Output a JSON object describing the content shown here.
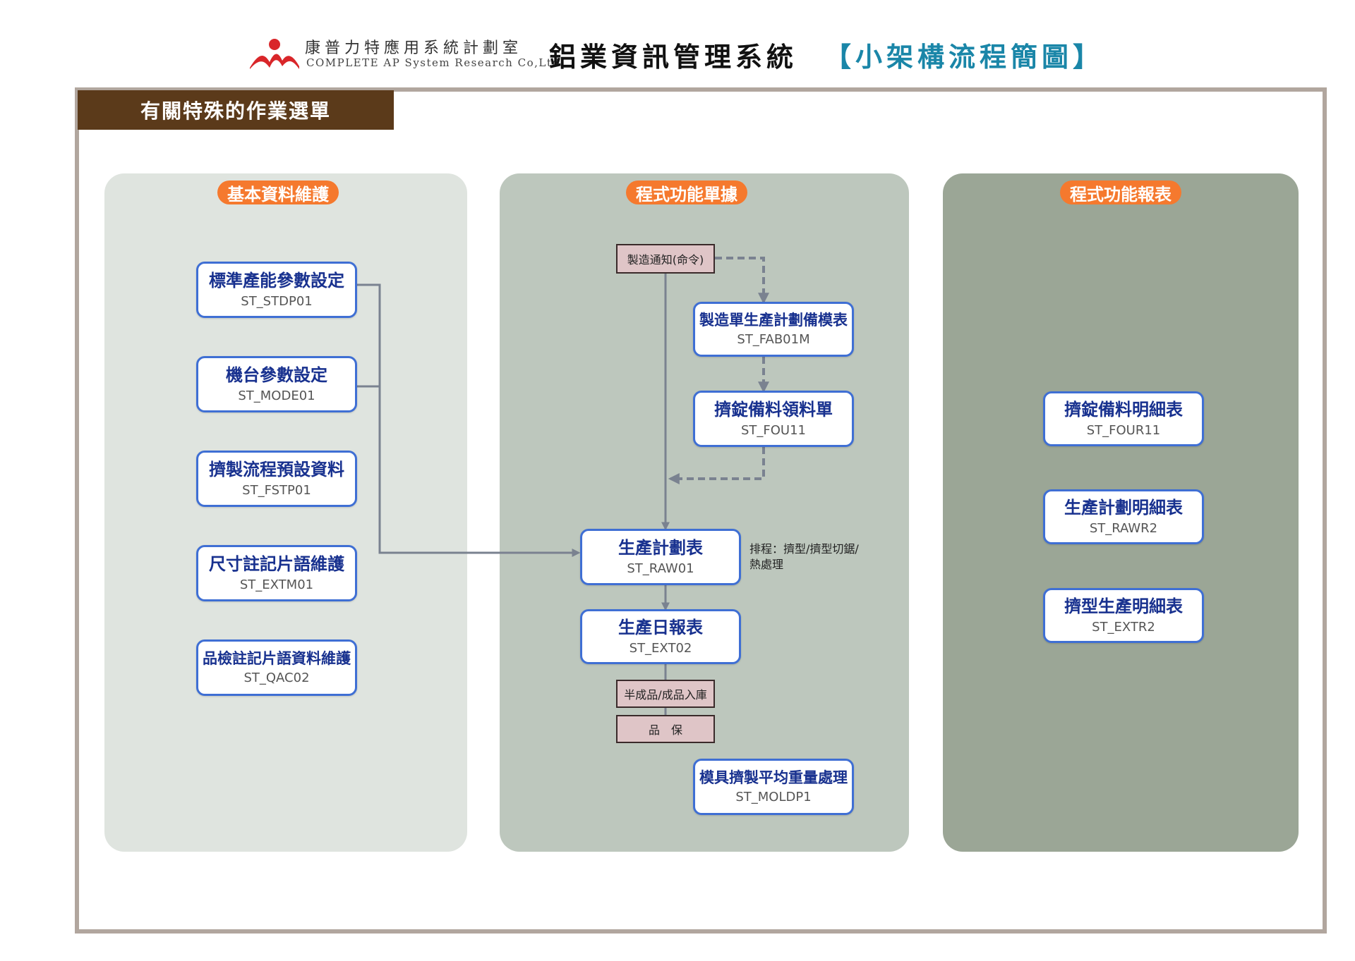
{
  "header": {
    "company_name": "康普力特應用系統計劃室",
    "company_en": "COMPLETE AP System Research Co,Ltd",
    "title_main": "鋁業資訊管理系統",
    "title_sub": "【小架構流程簡圖】"
  },
  "section": {
    "title": "有關特殊的作業選單"
  },
  "panels": {
    "basic": {
      "label": "基本資料維護",
      "items": [
        {
          "title": "標準產能參數設定",
          "code": "ST_STDP01"
        },
        {
          "title": "機台參數設定",
          "code": "ST_MODE01"
        },
        {
          "title": "擠製流程預設資料",
          "code": "ST_FSTP01"
        },
        {
          "title": "尺寸註記片語維護",
          "code": "ST_EXTM01"
        },
        {
          "title": "品檢註記片語資料維護",
          "code": "ST_QAC02"
        }
      ]
    },
    "documents": {
      "label": "程式功能單據",
      "manufacture_notice": "製造通知(命令)",
      "fab_plan": {
        "title": "製造單生產計劃備模表",
        "code": "ST_FAB01M"
      },
      "billet_requisition": {
        "title": "擠錠備料領料單",
        "code": "ST_FOU11"
      },
      "production_plan": {
        "title": "生產計劃表",
        "code": "ST_RAW01"
      },
      "schedule_note": [
        "排程：擠型/擠型切鋸/",
        "熱處理"
      ],
      "daily_report": {
        "title": "生產日報表",
        "code": "ST_EXT02"
      },
      "warehouse_step": "半成品/成品入庫",
      "qa_step": "品　保",
      "mold_weight": {
        "title": "模具擠製平均重量處理",
        "code": "ST_MOLDP1"
      }
    },
    "reports": {
      "label": "程式功能報表",
      "items": [
        {
          "title": "擠錠備料明細表",
          "code": "ST_FOUR11"
        },
        {
          "title": "生產計劃明細表",
          "code": "ST_RAWR2"
        },
        {
          "title": "擠型生產明細表",
          "code": "ST_EXTR2"
        }
      ]
    }
  },
  "colors": {
    "accent_orange": "#f5792e",
    "box_border_blue": "#3f6fd4",
    "title_teal": "#1a86a8",
    "tab_brown": "#5b3a1a",
    "logo_red": "#d9262a"
  }
}
